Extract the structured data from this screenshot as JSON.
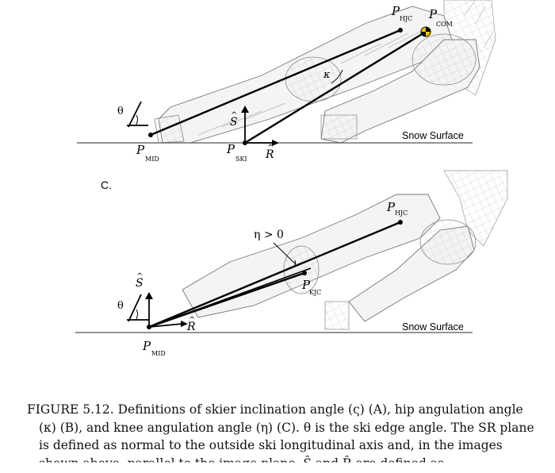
{
  "panel_b": {
    "label_hjc": "P",
    "sub_hjc": "HJC",
    "label_com": "P",
    "sub_com": "COM",
    "label_kappa": "κ",
    "label_theta": "θ",
    "label_s": "S",
    "label_r": "R",
    "label_mid": "P",
    "sub_mid": "MID",
    "label_ski": "P",
    "sub_ski": "SKI",
    "snow": "Snow Surface"
  },
  "panel_c": {
    "panel_label": "C.",
    "label_hjc": "P",
    "sub_hjc": "HJC",
    "label_eta": "η > 0",
    "label_kjc": "P",
    "sub_kjc": "KJC",
    "label_theta": "θ",
    "label_s": "S",
    "label_r": "R",
    "label_mid": "P",
    "sub_mid": "MID",
    "snow": "Snow Surface"
  },
  "caption": {
    "line1": "FIGURE 5.12.  Definitions of skier inclination angle (ς) (A), hip angulation angle",
    "line2": "(κ) (B), and knee angulation angle (η) (C).  θ  is the ski edge angle. The SR plane",
    "line3": "is defined as normal to the outside ski longitudinal axis and, in the images",
    "line4": "shown above, parallel to the image plane.  Ŝ and  R̂ are defined as"
  }
}
